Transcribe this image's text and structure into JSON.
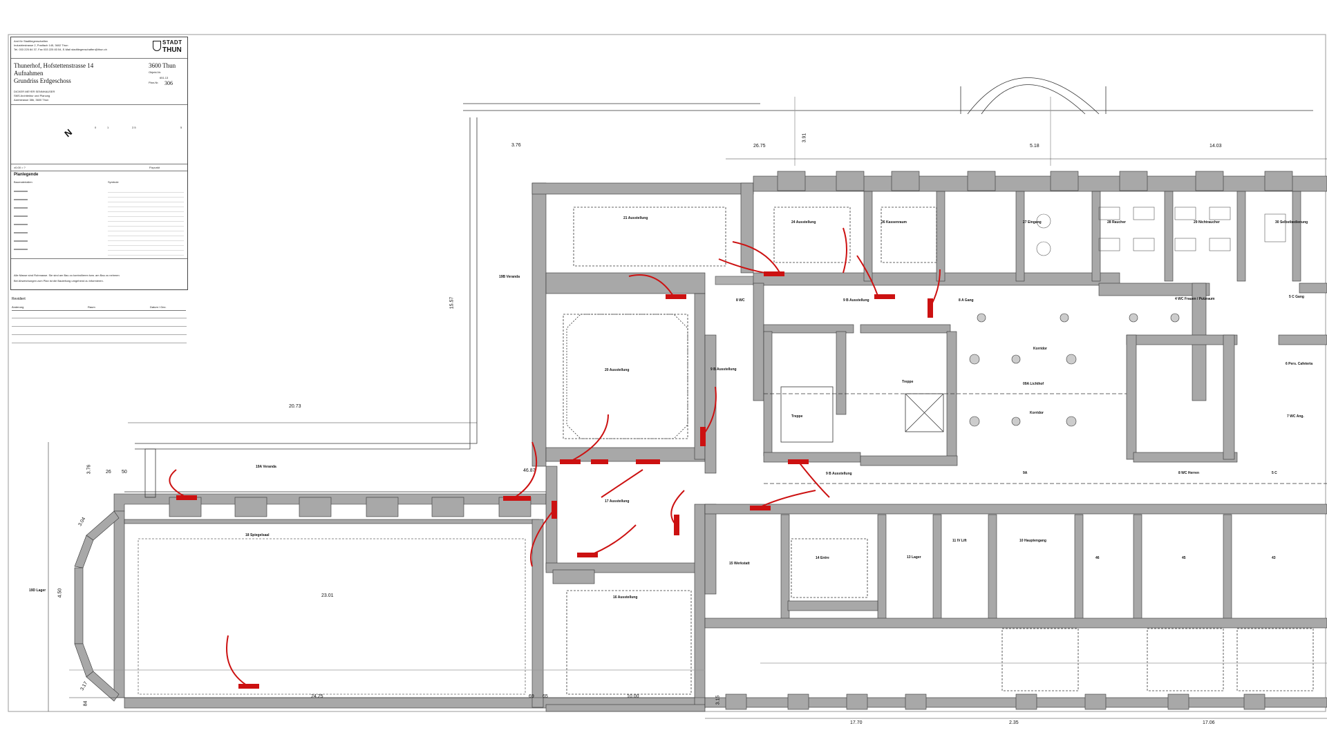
{
  "title_block": {
    "authority_line1": "Amt für Stadtliegenschaften",
    "authority_line2": "Industriestrasse 2, Postfach 145, 3602 Thun",
    "authority_line3": "Tel. 033 225 84 37, Fax 033 225 83 54, E-Mail stadtliegenschaften@thun.ch",
    "logo_line1": "STADT",
    "logo_line2": "THUN",
    "project": "Thunerhof, Hofstettenstrasse 14",
    "city": "3600 Thun",
    "survey": "Aufnahmen",
    "drawing": "Grundriss Erdgeschoss",
    "plan_no_label": "Plan-Nr.",
    "plan_no": "306",
    "object_no_label": "Objekt-Nr.",
    "object_no": "651.13",
    "architect_line1": "DICKER MEYER SENNHAUSER",
    "architect_line2": "SMS Architektur und Planung",
    "architect_line3": "Aarestrasse 38b, 3600 Thun",
    "north_label": "N",
    "scale_ticks": [
      "0",
      "1",
      "2.5",
      "5"
    ],
    "level_left": "±0.00 = ?",
    "level_right": "Fixpunkt",
    "legend_heading": "Planlegende",
    "legend_materials_heading": "Baumaterialien",
    "legend_symbols_heading": "Symbole",
    "note_line1": "Alle Masse sind Rohmasse. Sie sind am Bau zu kontrollieren bzw. am Bau zu nehmen",
    "note_line2": "Bei Abweichungen zum Plan ist die Bauleitung umgehend zu informieren."
  },
  "revision_block": {
    "heading": "Revidiert",
    "col_change": "Änderung",
    "col_room": "Raum",
    "col_date": "Datum / Gez."
  },
  "rooms": [
    {
      "name": "21 Ausstellung"
    },
    {
      "name": "24 Ausstellung"
    },
    {
      "name": "26 Kassenraum"
    },
    {
      "name": "27 Eingang"
    },
    {
      "name": "28 Raucher"
    },
    {
      "name": "29 Nichtraucher"
    },
    {
      "name": "30 Selbstbedienung"
    },
    {
      "name": "19B Veranda"
    },
    {
      "name": "20 Ausstellung"
    },
    {
      "name": "8 WC"
    },
    {
      "name": "9 B Ausstellung"
    },
    {
      "name": "8 A Gang"
    },
    {
      "name": "9 B Ausstellung"
    },
    {
      "name": "Treppe"
    },
    {
      "name": "Treppe"
    },
    {
      "name": "Korridor"
    },
    {
      "name": "09A Lichthof"
    },
    {
      "name": "Korridor"
    },
    {
      "name": "4 WC Frauen / Putzraum"
    },
    {
      "name": "5 C Gang"
    },
    {
      "name": "6 Pers. Cafeteria"
    },
    {
      "name": "7 WC Ang."
    },
    {
      "name": "19A Veranda"
    },
    {
      "name": "17 Ausstellung"
    },
    {
      "name": "9 B Ausstellung"
    },
    {
      "name": "9A"
    },
    {
      "name": "8 WC Herren"
    },
    {
      "name": "5 C"
    },
    {
      "name": "18 Spiegelsaal"
    },
    {
      "name": "19D Lager"
    },
    {
      "name": "16 Ausstellung"
    },
    {
      "name": "15 Werkstatt"
    },
    {
      "name": "14 Entre"
    },
    {
      "name": "13 Lager"
    },
    {
      "name": "11 IV Lift"
    },
    {
      "name": "10 Hauptengang"
    },
    {
      "name": "46"
    },
    {
      "name": "45"
    },
    {
      "name": "43"
    }
  ],
  "dimensions": [
    "3.76",
    "26.75",
    "3.91",
    "5.18",
    "14.03",
    "20.73",
    "15.57",
    "46.87",
    "3.76",
    "3.04",
    "4.50",
    "24.25",
    "69",
    "65",
    "10.00",
    "17.70",
    "2.35",
    "17.06",
    "3.17",
    "84",
    "3.15",
    "23.01",
    "26",
    "50"
  ],
  "colors": {
    "wall": "#a8a8a8",
    "line": "#222222",
    "annotation_red": "#cc1111"
  }
}
